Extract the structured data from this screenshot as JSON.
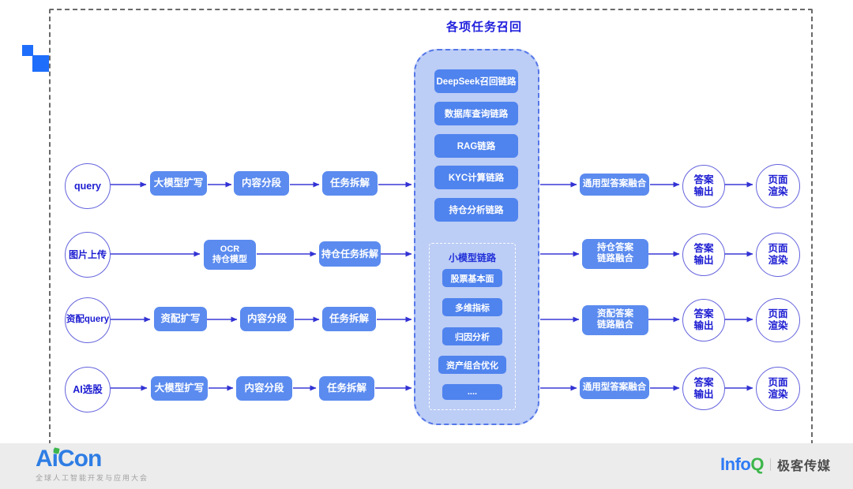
{
  "title": "各项任务召回",
  "rows": [
    {
      "source": "query",
      "steps": [
        "大模型扩写",
        "内容分段",
        "任务拆解"
      ],
      "fusion": "通用型答案融合",
      "answer": "答案\n输出",
      "render": "页面\n渲染"
    },
    {
      "source": "图片上传",
      "steps": [
        "OCR\n持仓模型",
        "持仓任务拆解"
      ],
      "fusion": "持仓答案\n链路融合",
      "answer": "答案\n输出",
      "render": "页面\n渲染"
    },
    {
      "source": "资配query",
      "steps": [
        "资配扩写",
        "内容分段",
        "任务拆解"
      ],
      "fusion": "资配答案\n链路融合",
      "answer": "答案\n输出",
      "render": "页面\n渲染"
    },
    {
      "source": "AI选股",
      "steps": [
        "大模型扩写",
        "内容分段",
        "任务拆解"
      ],
      "fusion": "通用型答案融合",
      "answer": "答案\n输出",
      "render": "页面\n渲染"
    }
  ],
  "center": {
    "chains": [
      "DeepSeek召回链路",
      "数据库查询链路",
      "RAG链路",
      "KYC计算链路",
      "持仓分析链路"
    ],
    "small_model": {
      "title": "小模型链路",
      "items": [
        "股票基本面",
        "多维指标",
        "归因分析",
        "资产组合优化",
        "...."
      ]
    }
  },
  "footer": {
    "brand": "AiCon",
    "tagline": "全球人工智能开发与应用大会",
    "media": {
      "info": "Info",
      "q": "Q",
      "name": "极客传媒"
    }
  },
  "colors": {
    "node_blue": "#5b8bef",
    "panel_fill": "#bccdf6",
    "panel_border": "#5577e8",
    "arrow": "#3535d6",
    "title_text": "#2121dd",
    "circle_border": "#6463dd",
    "circle_text": "#1c1cd2",
    "brand_blue": "#2e7de4",
    "brand_green": "#3cb64b",
    "infoq_blue": "#2f7bf5",
    "infoq_green": "#3cb64b"
  }
}
